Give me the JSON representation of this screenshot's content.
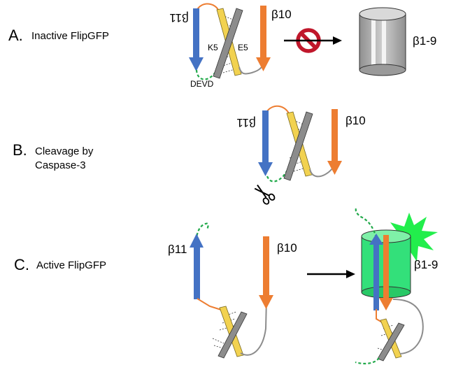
{
  "panels": {
    "a": {
      "letter": "A.",
      "title": "Inactive FlipGFP",
      "beta11": "β11",
      "beta10": "β10",
      "k5": "K5",
      "e5": "E5",
      "devd": "DEVD",
      "barrel": "β1-9",
      "icons": [
        "prohibited-icon",
        "arrow-right-icon",
        "barrel-icon"
      ]
    },
    "b": {
      "letter": "B.",
      "title_line1": "Cleavage by",
      "title_line2": "Caspase-3",
      "beta11": "β11",
      "beta10": "β10",
      "icons": [
        "scissors-icon"
      ]
    },
    "c": {
      "letter": "C.",
      "title": "Active FlipGFP",
      "beta11": "β11",
      "beta10": "β10",
      "barrel": "β1-9",
      "icons": [
        "arrow-right-icon",
        "barrel-icon",
        "fluorescence-burst-icon"
      ]
    }
  },
  "colors": {
    "beta11_blue": "#4472c4",
    "beta10_orange": "#ed7d31",
    "coil_yellow": "#f2d250",
    "coil_gray": "#8c8c8c",
    "linker_green": "#21a94a",
    "barrel_gray": "#bdbdbd",
    "barrel_green": "#33e07a",
    "burst_green": "#22ee4c",
    "prohibit_red": "#c0172b"
  }
}
